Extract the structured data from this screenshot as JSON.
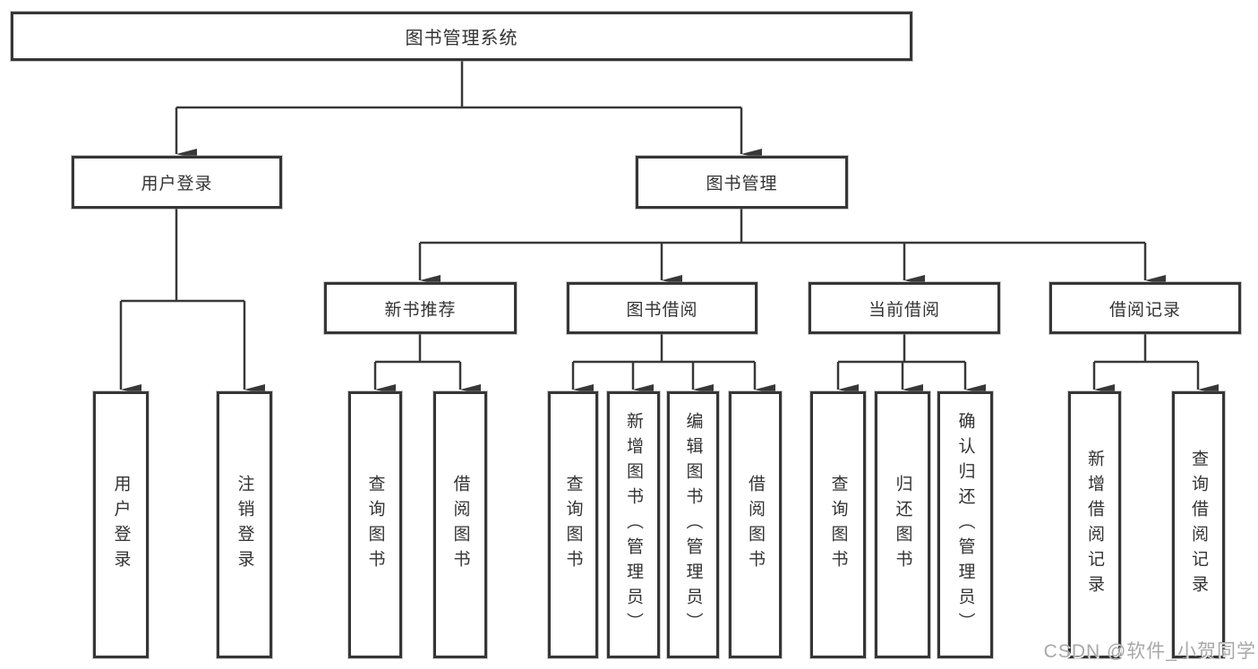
{
  "watermark": {
    "text": "CSDN @软件_小贺同学"
  },
  "colors": {
    "line": "#383838",
    "box_border": "#363636",
    "box_fill": "#ffffff",
    "text": "#333333",
    "watermark": "#a8a8a8",
    "background": "#ffffff"
  },
  "tree": {
    "root": {
      "label": "图书管理系统"
    },
    "children": [
      {
        "label": "用户登录",
        "children": [
          {
            "label": "用户登录"
          },
          {
            "label": "注销登录"
          }
        ]
      },
      {
        "label": "图书管理",
        "children": [
          {
            "label": "新书推荐",
            "children": [
              {
                "label": "查询图书"
              },
              {
                "label": "借阅图书"
              }
            ]
          },
          {
            "label": "图书借阅",
            "children": [
              {
                "label": "查询图书"
              },
              {
                "label": "新增图书（管理员）"
              },
              {
                "label": "编辑图书（管理员）"
              },
              {
                "label": "借阅图书"
              }
            ]
          },
          {
            "label": "当前借阅",
            "children": [
              {
                "label": "查询图书"
              },
              {
                "label": "归还图书"
              },
              {
                "label": "确认归还（管理员）"
              }
            ]
          },
          {
            "label": "借阅记录",
            "children": [
              {
                "label": "新增借阅记录"
              },
              {
                "label": "查询借阅记录"
              }
            ]
          }
        ]
      }
    ]
  }
}
